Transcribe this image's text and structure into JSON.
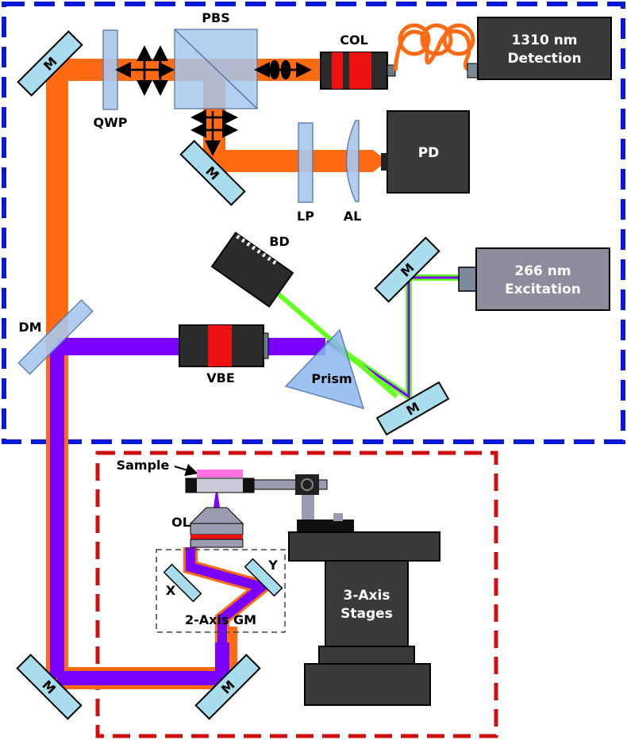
{
  "title": "",
  "labels": {
    "mirror": "M",
    "pbs": "PBS",
    "qwp": "QWP",
    "col": "COL",
    "detection_line1": "1310 nm",
    "detection_line2": "Detection",
    "pd": "PD",
    "lp": "LP",
    "al": "AL",
    "bd": "BD",
    "excitation_line1": "266 nm",
    "excitation_line2": "Excitation",
    "dm": "DM",
    "vbe": "VBE",
    "prism": "Prism",
    "sample": "Sample",
    "ol": "OL",
    "gm_x": "X",
    "gm_y": "Y",
    "gm": "2-Axis GM",
    "stages_line1": "3-Axis",
    "stages_line2": "Stages"
  },
  "colors": {
    "nir_beam": "#ff6a13",
    "uv_beam": "#7a00ff",
    "green_beam": "#66ff22",
    "mirror_fill": "#a9dced",
    "optic_fill": "#a8c8ee",
    "device_dark": "#3a3a3a",
    "device_grey": "#8e8c9c",
    "blue_border": "#0a19d6",
    "red_border": "#d01010",
    "collimator_red": "#ee1111",
    "sample_pink": "#ff70e0"
  }
}
